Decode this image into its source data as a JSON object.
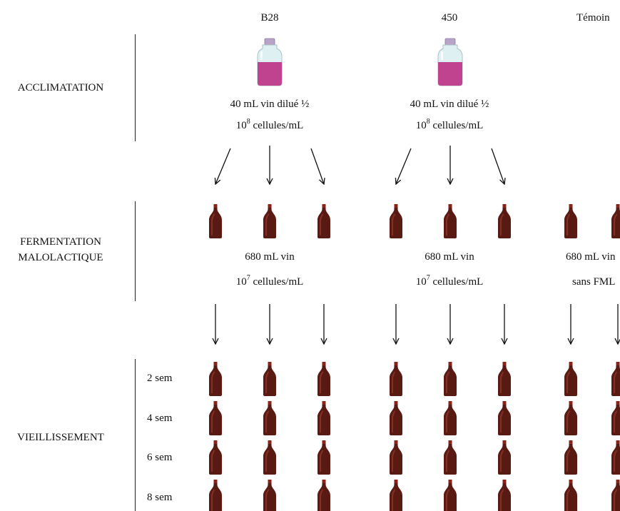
{
  "columns": {
    "b28": "B28",
    "s450": "450",
    "temoin": "Témoin"
  },
  "phases": {
    "acclimatation": "ACCLIMATATION",
    "fermentation_line1": "FERMENTATION",
    "fermentation_line2": "MALOLACTIQUE",
    "vieillissement": "VIEILLISSEMENT"
  },
  "acclimatation": {
    "volume": "40 mL vin dilué ½",
    "conc_base": "10",
    "conc_exp": "8",
    "conc_unit": " cellules/mL"
  },
  "fermentation": {
    "volume": "680 mL vin",
    "conc_base": "10",
    "conc_exp": "7",
    "conc_unit": " cellules/mL",
    "temoin_volume": "680 mL vin",
    "temoin_note": "sans FML"
  },
  "weeks": [
    "2 sem",
    "4 sem",
    "6 sem",
    "8 sem"
  ],
  "colors": {
    "wine": "#5a1a14",
    "wine_highlight": "#9a3a2c",
    "flask_liquid": "#c0438f",
    "flask_glass": "#dff0f2",
    "flask_cap": "#b9a4c9"
  }
}
